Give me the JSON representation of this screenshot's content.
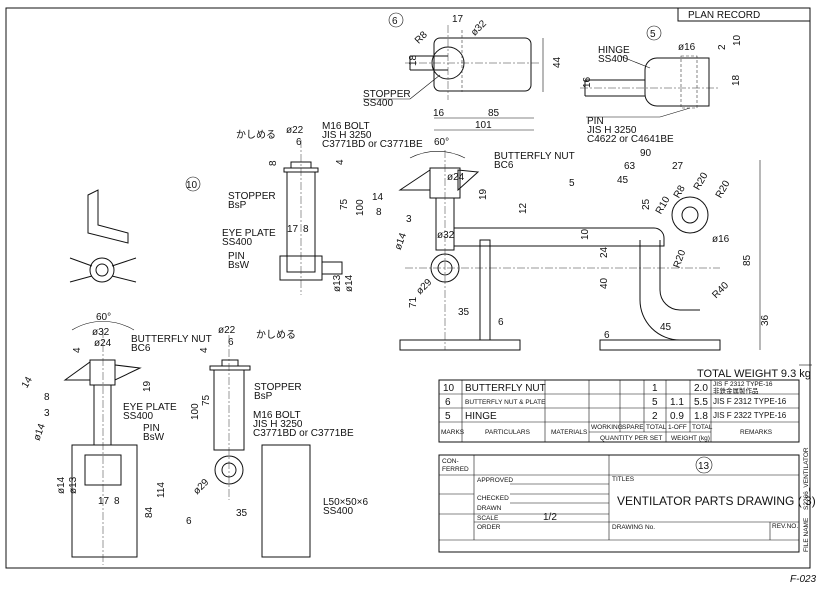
{
  "header": {
    "plan_record": "PLAN RECORD"
  },
  "part6": {
    "mark": "6",
    "dims": [
      "17",
      "R8",
      "ø32",
      "18",
      "44",
      "16",
      "85",
      "101"
    ],
    "name": "STOPPER",
    "material": "SS400"
  },
  "part5": {
    "mark": "5",
    "name": "HINGE",
    "material": "SS400",
    "dims": [
      "ø16",
      "2",
      "10",
      "16",
      "18"
    ],
    "pin": "PIN",
    "pin_std": "JIS H 3250",
    "pin_mat": "C4622 or C4641BE"
  },
  "part10": {
    "mark": "10",
    "caulk": "かしめる",
    "dims": [
      "ø22",
      "6",
      "4",
      "8",
      "75",
      "100",
      "17",
      "8",
      "ø13",
      "ø14"
    ],
    "bolt": "M16 BOLT",
    "bolt_std": "JIS H 3250",
    "bolt_mat": "C3771BD or C3771BE",
    "stopper": "STOPPER",
    "stopper_mat": "BsP",
    "eye": "EYE PLATE",
    "eye_mat": "SS400",
    "pin": "PIN",
    "pin_mat": "BsW"
  },
  "assembly": {
    "angle": "60°",
    "nut": "BUTTERFLY NUT",
    "nut_mat": "BC6",
    "dims": [
      "ø24",
      "14",
      "8",
      "3",
      "ø14",
      "19",
      "12",
      "ø32",
      "ø29",
      "71",
      "35",
      "10",
      "24",
      "40",
      "90",
      "63",
      "27",
      "45",
      "5",
      "25",
      "R10",
      "R8",
      "R20",
      "R20",
      "ø16",
      "R20",
      "85",
      "R40",
      "6",
      "45",
      "36",
      "6"
    ]
  },
  "bottom_left": {
    "angle": "60°",
    "nut": "BUTTERFLY NUT",
    "nut_mat": "BC6",
    "eye": "EYE PLATE",
    "eye_mat": "SS400",
    "pin": "PIN",
    "pin_mat": "BsW",
    "dims": [
      "ø32",
      "ø24",
      "4",
      "14",
      "8",
      "3",
      "ø14",
      "19",
      "ø14",
      "ø13",
      "17",
      "8",
      "114",
      "84"
    ]
  },
  "bottom_mid": {
    "caulk": "かしめる",
    "stopper": "STOPPER",
    "stopper_mat": "BsP",
    "bolt": "M16 BOLT",
    "bolt_std": "JIS H 3250",
    "bolt_mat": "C3771BD or C3771BE",
    "angle_steel": "L50×50×6",
    "angle_mat": "SS400",
    "dims": [
      "ø22",
      "6",
      "4",
      "75",
      "100",
      "ø29",
      "6",
      "35"
    ]
  },
  "total_weight": "TOTAL WEIGHT 9.3 kg",
  "parts_table": {
    "rows": [
      {
        "mark": "10",
        "particulars": "BUTTERFLY NUT",
        "materials": "",
        "working": "",
        "spare": "",
        "total": "1",
        "one_off": "",
        "total_weight": "2.0",
        "remarks": "JIS F 2312 TYPE-16",
        "remarks2": "非鉄金属製作品"
      },
      {
        "mark": "6",
        "particulars": "BUTTERFLY NUT & PLATE",
        "materials": "",
        "working": "",
        "spare": "",
        "total": "5",
        "one_off": "1.1",
        "total_weight": "5.5",
        "remarks": "JIS F 2312 TYPE-16",
        "remarks2": ""
      },
      {
        "mark": "5",
        "particulars": "HINGE",
        "materials": "",
        "working": "",
        "spare": "",
        "total": "2",
        "one_off": "0.9",
        "total_weight": "1.8",
        "remarks": "JIS F 2322 TYPE-16",
        "remarks2": ""
      }
    ],
    "headers": {
      "marks": "MARKS",
      "particulars": "PARTICULARS",
      "materials": "MATERIALS",
      "working": "WORKING",
      "spare": "SPARE",
      "total": "TOTAL",
      "one_off": "1-OFF",
      "total_w": "TOTAL",
      "qty": "QUANTITY PER SET",
      "weight": "WEIGHT (kg)",
      "remarks": "REMARKS"
    }
  },
  "title_block": {
    "conferred": "CON-",
    "conferred2": "FERRED",
    "sheet_mark": "13",
    "approved": "APPROVED",
    "titles": "TITLES",
    "checked": "CHECKED",
    "drawn": "DRAWN",
    "title": "VENTILATOR PARTS DRAWING ( 3)",
    "scale_label": "SCALE",
    "scale": "1/2",
    "order": "ORDER",
    "drawing_no": "DRAWING No.",
    "rev_no": "REV.NO.",
    "file_name_label": "FILE NAME",
    "file_name": "S2266_VENTILATOR"
  },
  "page_ref": "F-023"
}
